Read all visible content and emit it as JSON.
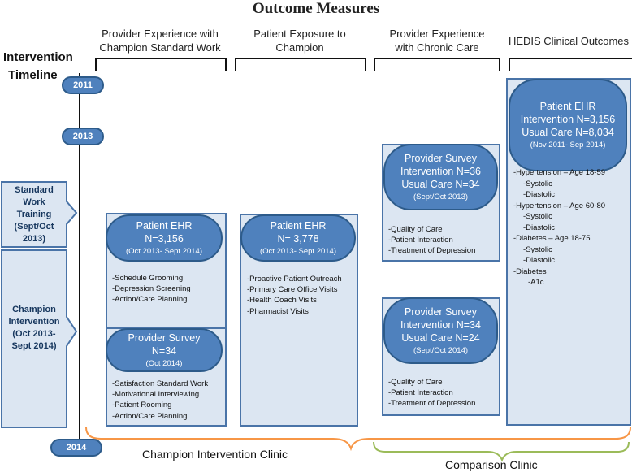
{
  "title": "Outcome Measures",
  "timeline": {
    "label_line1": "Intervention",
    "label_line2": "Timeline",
    "years": [
      "2011",
      "2013",
      "2014"
    ]
  },
  "columns": [
    {
      "line1": "Provider Experience with",
      "line2": "Champion Standard Work"
    },
    {
      "line1": "Patient Exposure to",
      "line2": "Champion"
    },
    {
      "line1": "Provider Experience",
      "line2": "with Chronic Care"
    },
    {
      "line1": "HEDIS Clinical Outcomes",
      "line2": ""
    }
  ],
  "phases": {
    "standard_work": [
      "Standard",
      "Work",
      "Training",
      "(Sept/Oct",
      "2013)"
    ],
    "champion": [
      "Champion",
      "Intervention",
      "(Oct 2013-",
      "Sept 2014)"
    ]
  },
  "boxes": {
    "ehr1": {
      "line1": "Patient EHR",
      "line2": "N=3,156",
      "sub": "(Oct 2013- Sept 2014)",
      "items": [
        "-Schedule Grooming",
        "-Depression Screening",
        "-Action/Care Planning"
      ]
    },
    "survey1": {
      "line1": "Provider Survey",
      "line2": "N=34",
      "sub": "(Oct 2014)",
      "items": [
        "-Satisfaction Standard Work",
        "-Motivational Interviewing",
        "-Patient Rooming",
        "-Action/Care Planning"
      ]
    },
    "ehr2": {
      "line1": "Patient EHR",
      "line2": "N= 3,778",
      "sub": "(Oct 2013- Sept 2014)",
      "items": [
        "-Proactive Patient Outreach",
        "-Primary Care Office Visits",
        "-Health Coach Visits",
        "-Pharmacist Visits"
      ]
    },
    "survey2": {
      "line1": "Provider Survey",
      "line2": "Intervention N=36",
      "line3": "Usual Care N=34",
      "sub": "(Sept/Oct 2013)",
      "items": [
        "-Quality of Care",
        "-Patient Interaction",
        "-Treatment of Depression"
      ]
    },
    "survey3": {
      "line1": "Provider Survey",
      "line2": "Intervention N=34",
      "line3": "Usual Care N=24",
      "sub": "(Sept/Oct 2014)",
      "items": [
        "-Quality of Care",
        "-Patient Interaction",
        "-Treatment of Depression"
      ]
    },
    "ehr3": {
      "line1": "Patient EHR",
      "line2": "Intervention N=3,156",
      "line3": "Usual Care N=8,034",
      "sub": "(Nov 2011- Sep 2014)",
      "items": [
        {
          "t": "-Hypertension –  Age 18-59",
          "lvl": 0
        },
        {
          "t": "-Systolic",
          "lvl": 1
        },
        {
          "t": "-Diastolic",
          "lvl": 1
        },
        {
          "t": "-Hypertension –  Age 60-80",
          "lvl": 0
        },
        {
          "t": "-Systolic",
          "lvl": 1
        },
        {
          "t": "-Diastolic",
          "lvl": 1
        },
        {
          "t": "-Diabetes –  Age 18-75",
          "lvl": 0
        },
        {
          "t": "-Systolic",
          "lvl": 1
        },
        {
          "t": "-Diastolic",
          "lvl": 1
        },
        {
          "t": "-Diabetes",
          "lvl": 0
        },
        {
          "t": "-A1c",
          "lvl": 2
        }
      ]
    }
  },
  "braces": {
    "champion_clinic": "Champion Intervention Clinic",
    "comparison_clinic": "Comparison Clinic"
  },
  "colors": {
    "box_fill": "#4f81bd",
    "panel_fill": "#dce6f2",
    "orange_brace": "#f79646",
    "green_brace": "#9bbb59"
  }
}
